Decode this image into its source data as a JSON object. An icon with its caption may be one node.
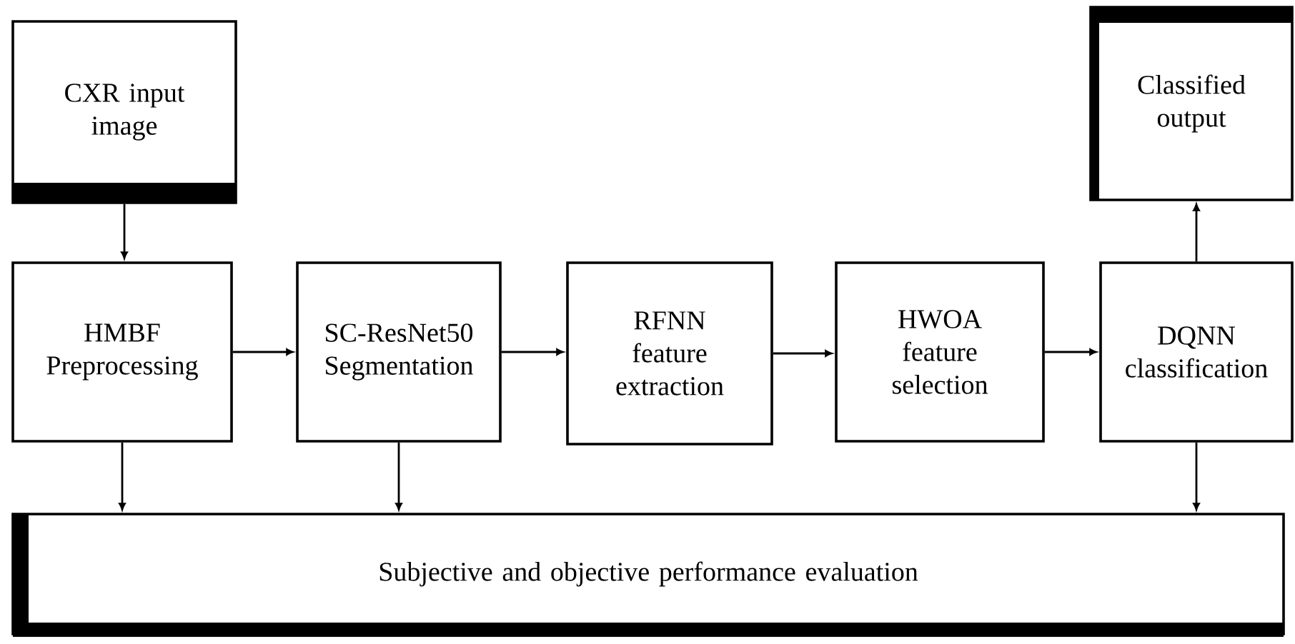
{
  "diagram": {
    "nodes": [
      {
        "text": [
          "CXR input image"
        ]
      },
      {
        "text": [
          "HMBF Preprocessing"
        ]
      },
      {
        "text": [
          "SC-ResNet50 Segmentation"
        ]
      },
      {
        "text": [
          "RFNN feature extraction"
        ]
      },
      {
        "text": [
          "HWOA feature selection"
        ]
      },
      {
        "text": [
          "DQNN classification"
        ]
      },
      {
        "text": [
          "Classified output"
        ]
      },
      {
        "text": [
          "Subjective and objective performance evaluation"
        ]
      }
    ],
    "edges": [
      {
        "from": 0,
        "to": 1,
        "arrow": "to"
      },
      {
        "from": 1,
        "to": 2,
        "arrow": "to"
      },
      {
        "from": 2,
        "to": 3,
        "arrow": "to"
      },
      {
        "from": 3,
        "to": 4,
        "arrow": "to"
      },
      {
        "from": 4,
        "to": 5,
        "arrow": "to"
      },
      {
        "from": 5,
        "to": 6,
        "arrow": "to"
      },
      {
        "from": 1,
        "to": 7,
        "arrow": "to"
      },
      {
        "from": 2,
        "to": 7,
        "arrow": "to"
      },
      {
        "from": 5,
        "to": 7,
        "arrow": "to"
      }
    ]
  }
}
